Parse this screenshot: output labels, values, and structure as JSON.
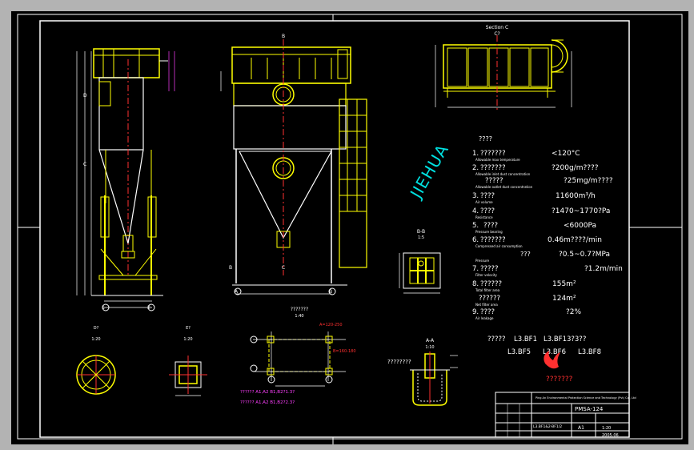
{
  "drawing": {
    "watermark": "JIEHUA",
    "colors": {
      "background": "#000000",
      "frame": "#ffffff",
      "yellow": "#ffff00",
      "cyan": "#00e0e0",
      "red": "#ff3030",
      "magenta": "#ff40ff",
      "outer": "#b3b3b3"
    },
    "views": {
      "side_mark_top": "B",
      "front_mark_top": "B",
      "front_mark_bottom": "C",
      "top_section_title": "Section C",
      "top_section_sub": "C?",
      "bb_title": "B-B",
      "bb_sub": "1:5",
      "d_title": "D?",
      "d_sub": "1:20",
      "e_title": "E?",
      "e_sub": "1:20",
      "plan_title": "???????",
      "plan_sub": "1:40",
      "aa_title": "A-A",
      "aa_sub": "1:10",
      "aa_label": "????????",
      "dim_top_left": "A=120-250",
      "dim_right": "B=160-180",
      "axis": [
        "A",
        "B",
        "C",
        "D",
        "1",
        "2"
      ]
    },
    "specs": {
      "heading": "????",
      "items": [
        {
          "num": "1.",
          "name": "???????",
          "sub": "Allowable max temperature",
          "value": "<120°C"
        },
        {
          "num": "2.",
          "name": "???????",
          "sub": "Allowable inlet dust concentration",
          "value": "?200g/m????"
        },
        {
          "num": "",
          "name": "?????",
          "sub": "Allowable outlet dust concentration",
          "value": "?25mg/m????"
        },
        {
          "num": "3.",
          "name": "????",
          "sub": "Air volume",
          "value": "11600m³/h"
        },
        {
          "num": "4.",
          "name": "????",
          "sub": "Resistance",
          "value": "?1470~1770?Pa"
        },
        {
          "num": "5.",
          "name": "????",
          "sub": "Pressure bearing",
          "value": "<6000Pa"
        },
        {
          "num": "6.",
          "name": "???????",
          "sub": "Compressed air consumption",
          "value": "0.46m????/min"
        },
        {
          "num": "",
          "name": "???",
          "sub": "Pressure",
          "value": "?0.5~0.7?MPa"
        },
        {
          "num": "7.",
          "name": "?????",
          "sub": "Filter velocity",
          "value": "?1.2m/min"
        },
        {
          "num": "8.",
          "name": "??????",
          "sub": "Total filter area",
          "value": "155m²"
        },
        {
          "num": "",
          "name": "??????",
          "sub": "Net filter area",
          "value": "124m²"
        },
        {
          "num": "9.",
          "name": "????",
          "sub": "Air leakage",
          "value": "?2%"
        }
      ],
      "models_label": "?????",
      "models": [
        "L3.BF1",
        "L3.BF13?3??",
        "L3.BF5",
        "L3.BF6",
        "L3.BF8"
      ],
      "table_label": "???????",
      "notes": [
        "?????? A1,A2 B1,B2?1.3?",
        "?????? A1,A2 B1,B2?2.3?"
      ]
    },
    "title_block": {
      "company": "Ping An Environmental Protection Science and Technology (Pvt) Co., Ltd",
      "drawing_no": "PMSA-124",
      "sheet": "A1",
      "scale": "1:20",
      "date": "2005.06",
      "left_label": "L3.BF1&2-BF1/2"
    }
  }
}
